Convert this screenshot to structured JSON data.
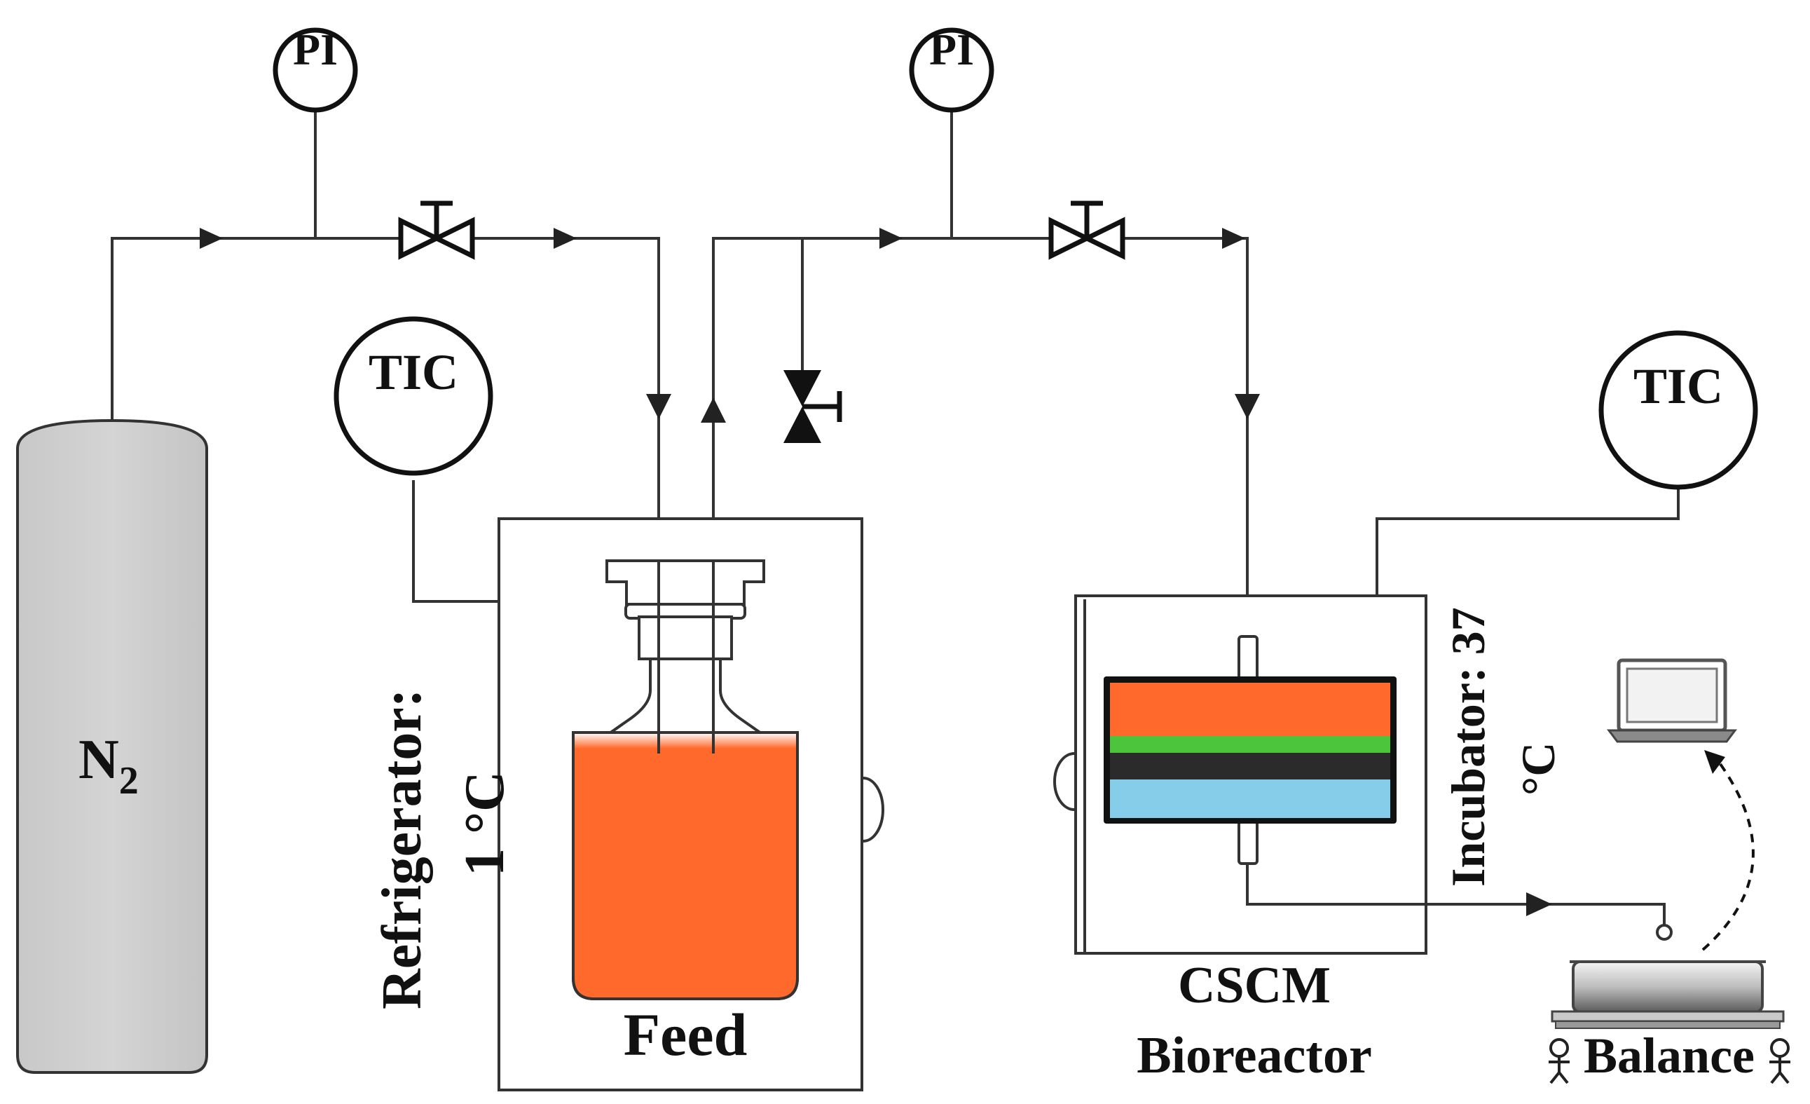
{
  "labels": {
    "pi_left": "PI",
    "pi_right": "PI",
    "tic_left": "TIC",
    "tic_right": "TIC",
    "n2_main": "N",
    "n2_sub": "2",
    "refrigerator": "Refrigerator:",
    "refrigerator_temp": "1 °C",
    "feed": "Feed",
    "incubator": "Incubator: 37",
    "incubator_unit": "°C",
    "cscm": "CSCM",
    "bioreactor": "Bioreactor",
    "balance": "Balance"
  },
  "colors": {
    "cylinder": "#cfcfcf",
    "feed_liquid": "#ff6a2c",
    "membrane_top": "#ff6a2c",
    "membrane_green": "#4cc43c",
    "membrane_dark": "#2b2b2b",
    "membrane_blue": "#86cdea",
    "line": "#333333"
  },
  "icons": [
    "pressure-indicator",
    "temperature-controller",
    "gate-valve",
    "laptop",
    "balance-scale"
  ]
}
